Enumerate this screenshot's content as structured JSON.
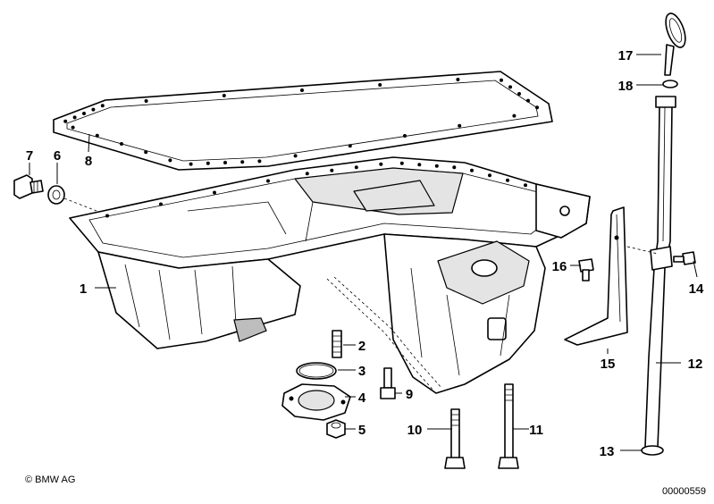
{
  "diagram": {
    "callouts": [
      {
        "id": "c1",
        "label": "1"
      },
      {
        "id": "c2",
        "label": "2"
      },
      {
        "id": "c3",
        "label": "3"
      },
      {
        "id": "c4",
        "label": "4"
      },
      {
        "id": "c5",
        "label": "5"
      },
      {
        "id": "c6",
        "label": "6"
      },
      {
        "id": "c7",
        "label": "7"
      },
      {
        "id": "c8",
        "label": "8"
      },
      {
        "id": "c9",
        "label": "9"
      },
      {
        "id": "c10",
        "label": "10"
      },
      {
        "id": "c11",
        "label": "11"
      },
      {
        "id": "c12",
        "label": "12"
      },
      {
        "id": "c13",
        "label": "13"
      },
      {
        "id": "c14",
        "label": "14"
      },
      {
        "id": "c15",
        "label": "15"
      },
      {
        "id": "c16",
        "label": "16"
      },
      {
        "id": "c17",
        "label": "17"
      },
      {
        "id": "c18",
        "label": "18"
      }
    ],
    "copyright": "© BMW AG",
    "drawing_number": "00000559"
  }
}
